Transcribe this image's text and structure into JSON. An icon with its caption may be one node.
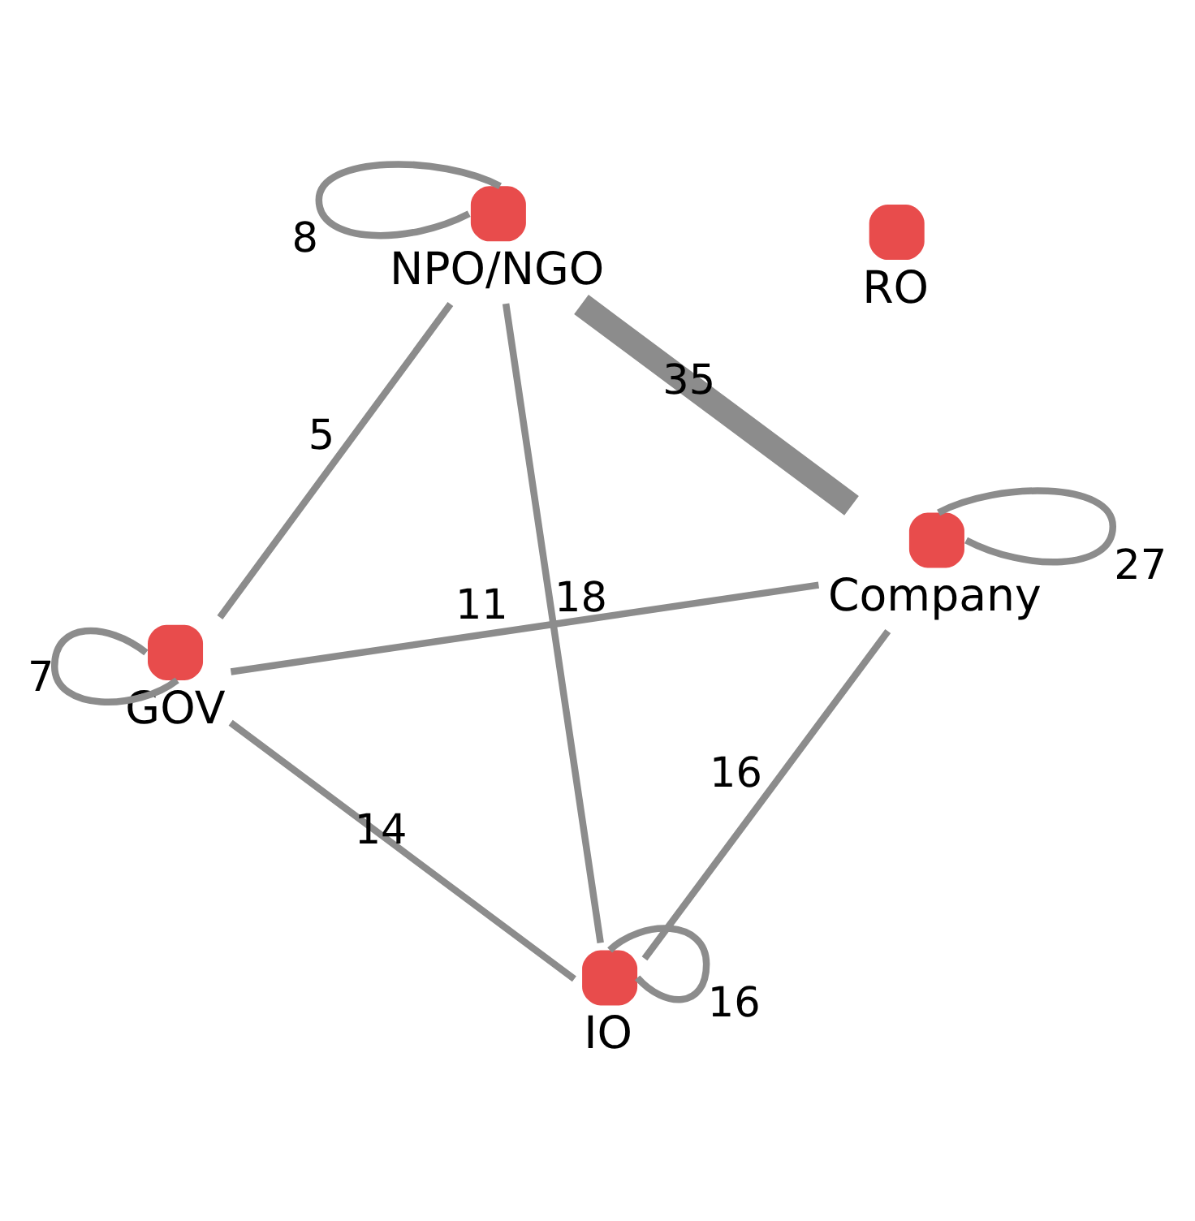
{
  "diagram": {
    "nodes": [
      {
        "text": [
          "RO"
        ]
      },
      {
        "text": [
          "GOV"
        ]
      },
      {
        "text": [
          "Company"
        ]
      },
      {
        "text": [
          "IO"
        ]
      },
      {
        "text": [
          "NPO/NGO"
        ]
      }
    ],
    "edges": [
      {
        "from": 1,
        "to": 1,
        "arrow": "none",
        "label": "7"
      },
      {
        "from": 1,
        "to": 3,
        "arrow": "none",
        "label": "14"
      },
      {
        "from": 1,
        "to": 2,
        "arrow": "none",
        "label": "11"
      },
      {
        "from": 1,
        "to": 4,
        "arrow": "none",
        "label": "5"
      },
      {
        "from": 2,
        "to": 2,
        "arrow": "none",
        "label": "27"
      },
      {
        "from": 3,
        "to": 3,
        "arrow": "none",
        "label": "16"
      },
      {
        "from": 3,
        "to": 2,
        "arrow": "none",
        "label": "16"
      },
      {
        "from": 3,
        "to": 4,
        "arrow": "none",
        "label": "18"
      },
      {
        "from": 2,
        "to": 4,
        "arrow": "none",
        "label": "35",
        "style": "thick"
      },
      {
        "from": 4,
        "to": 4,
        "arrow": "none",
        "label": "8"
      }
    ]
  }
}
